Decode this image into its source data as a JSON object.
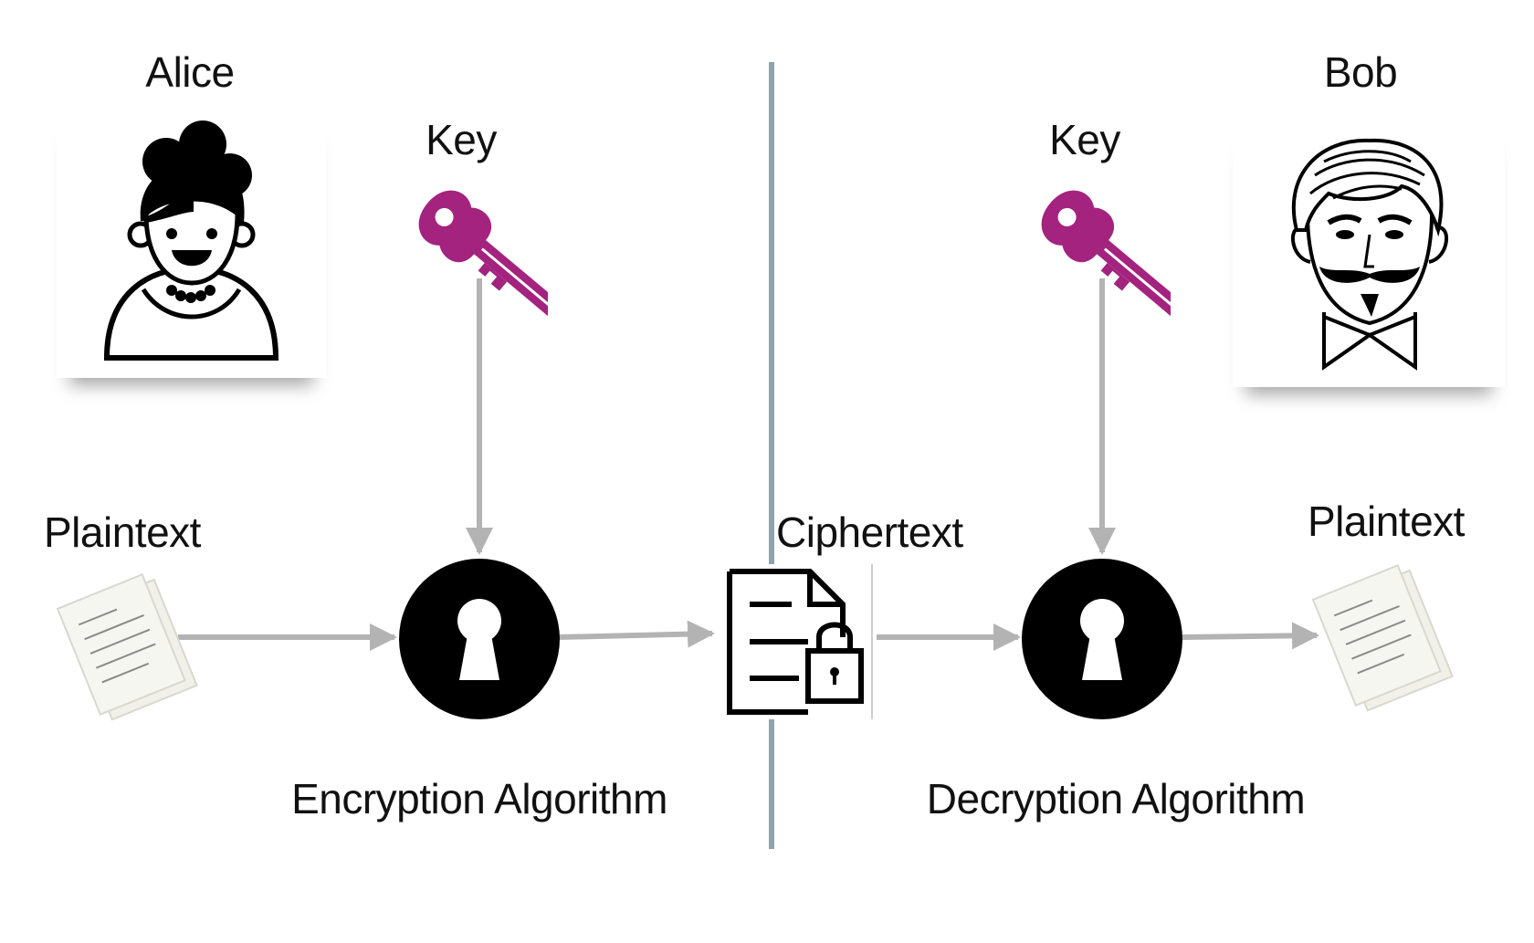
{
  "alice": {
    "name": "Alice",
    "icon": "woman-avatar-icon"
  },
  "bob": {
    "name": "Bob",
    "icon": "man-avatar-icon"
  },
  "left_key_label": "Key",
  "right_key_label": "Key",
  "left_plaintext_label": "Plaintext",
  "ciphertext_label": "Ciphertext",
  "right_plaintext_label": "Plaintext",
  "encryption_label": "Encryption Algorithm",
  "decryption_label": "Decryption Algorithm",
  "colors": {
    "key": "#a3237f",
    "arrow": "#b3b3b3",
    "divider": "#8fa3ad",
    "lock": "#000000"
  }
}
